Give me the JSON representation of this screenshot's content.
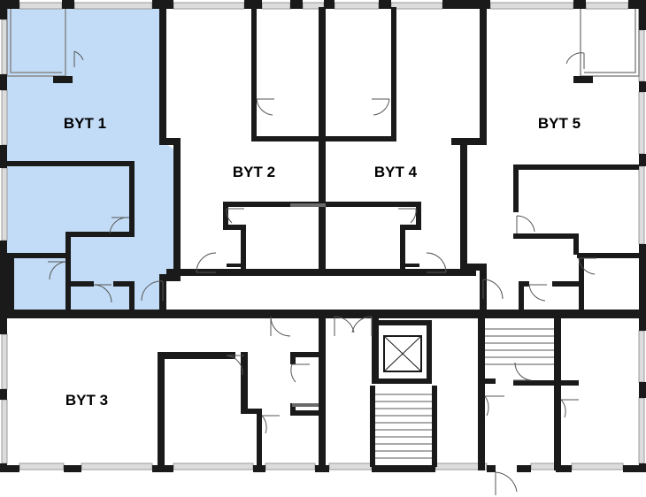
{
  "colors": {
    "wall": "#1a1a1a",
    "highlight_fill": "#c2dcf7",
    "window": "#bfbfbf",
    "door_arc": "#555555",
    "background": "#ffffff"
  },
  "floor_plan": {
    "highlighted_unit": "BYT 1",
    "units": [
      {
        "id": "byt1",
        "label": "BYT 1"
      },
      {
        "id": "byt2",
        "label": "BYT 2"
      },
      {
        "id": "byt3",
        "label": "BYT 3"
      },
      {
        "id": "byt4",
        "label": "BYT 4"
      },
      {
        "id": "byt5",
        "label": "BYT 5"
      }
    ]
  }
}
